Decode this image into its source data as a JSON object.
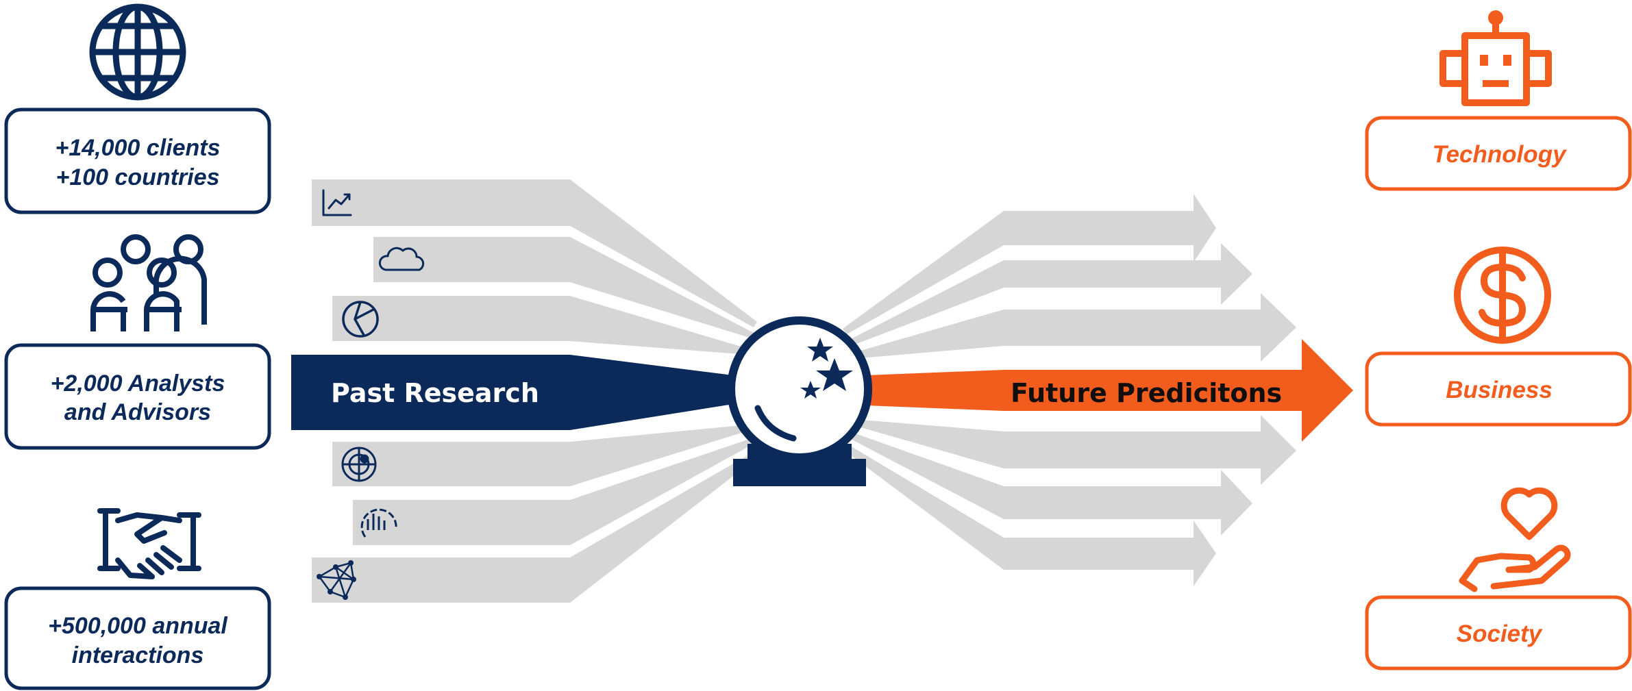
{
  "colors": {
    "navy": "#0b2a5a",
    "orange": "#f25c1c",
    "gray": "#d6d6d6",
    "white": "#ffffff"
  },
  "left_stats": [
    {
      "icon": "globe-icon",
      "line1": "+14,000 clients",
      "line2": "+100 countries"
    },
    {
      "icon": "people-icon",
      "line1": "+2,000 Analysts",
      "line2": "and Advisors"
    },
    {
      "icon": "handshake-icon",
      "line1": "+500,000 annual",
      "line2": "interactions"
    }
  ],
  "input_icons": [
    "trend-chart-icon",
    "cloud-icon",
    "pie-chart-icon",
    "radar-icon",
    "bar-gauge-icon",
    "network-icon"
  ],
  "center": {
    "left_label": "Past Research",
    "right_label": "Future Predicitons",
    "icon": "crystal-ball-icon"
  },
  "right_categories": [
    {
      "icon": "robot-icon",
      "label": "Technology"
    },
    {
      "icon": "dollar-coin-icon",
      "label": "Business"
    },
    {
      "icon": "heart-hand-icon",
      "label": "Society"
    }
  ]
}
